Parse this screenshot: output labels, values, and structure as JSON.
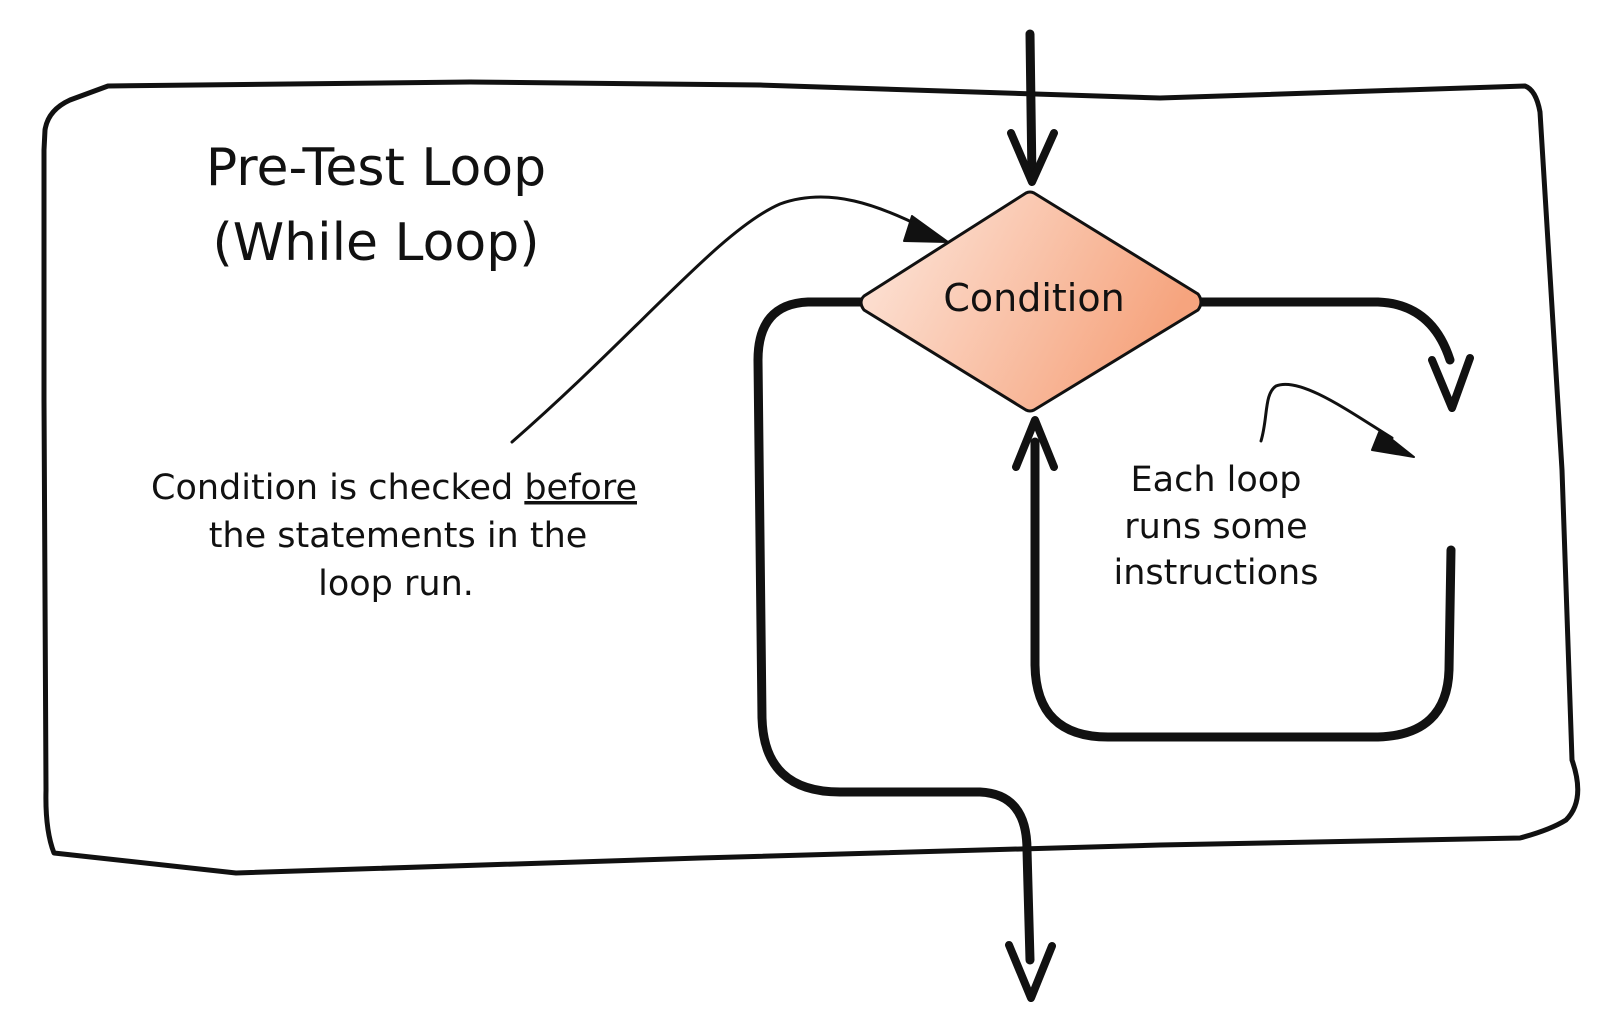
{
  "diagram": {
    "title_line1": "Pre-Test Loop",
    "title_line2": "(While Loop)",
    "condition_label": "Condition",
    "left_note": {
      "line1_prefix": "Condition is checked ",
      "line1_emphasis": "before",
      "line2": "the statements in the",
      "line3": "loop run."
    },
    "right_note": {
      "line1": "Each loop",
      "line2": "runs some",
      "line3": "instructions"
    },
    "colors": {
      "stroke": "#111111",
      "condition_fill_light": "#fde9df",
      "condition_fill_dark": "#f6a47e",
      "background": "#ffffff"
    }
  }
}
